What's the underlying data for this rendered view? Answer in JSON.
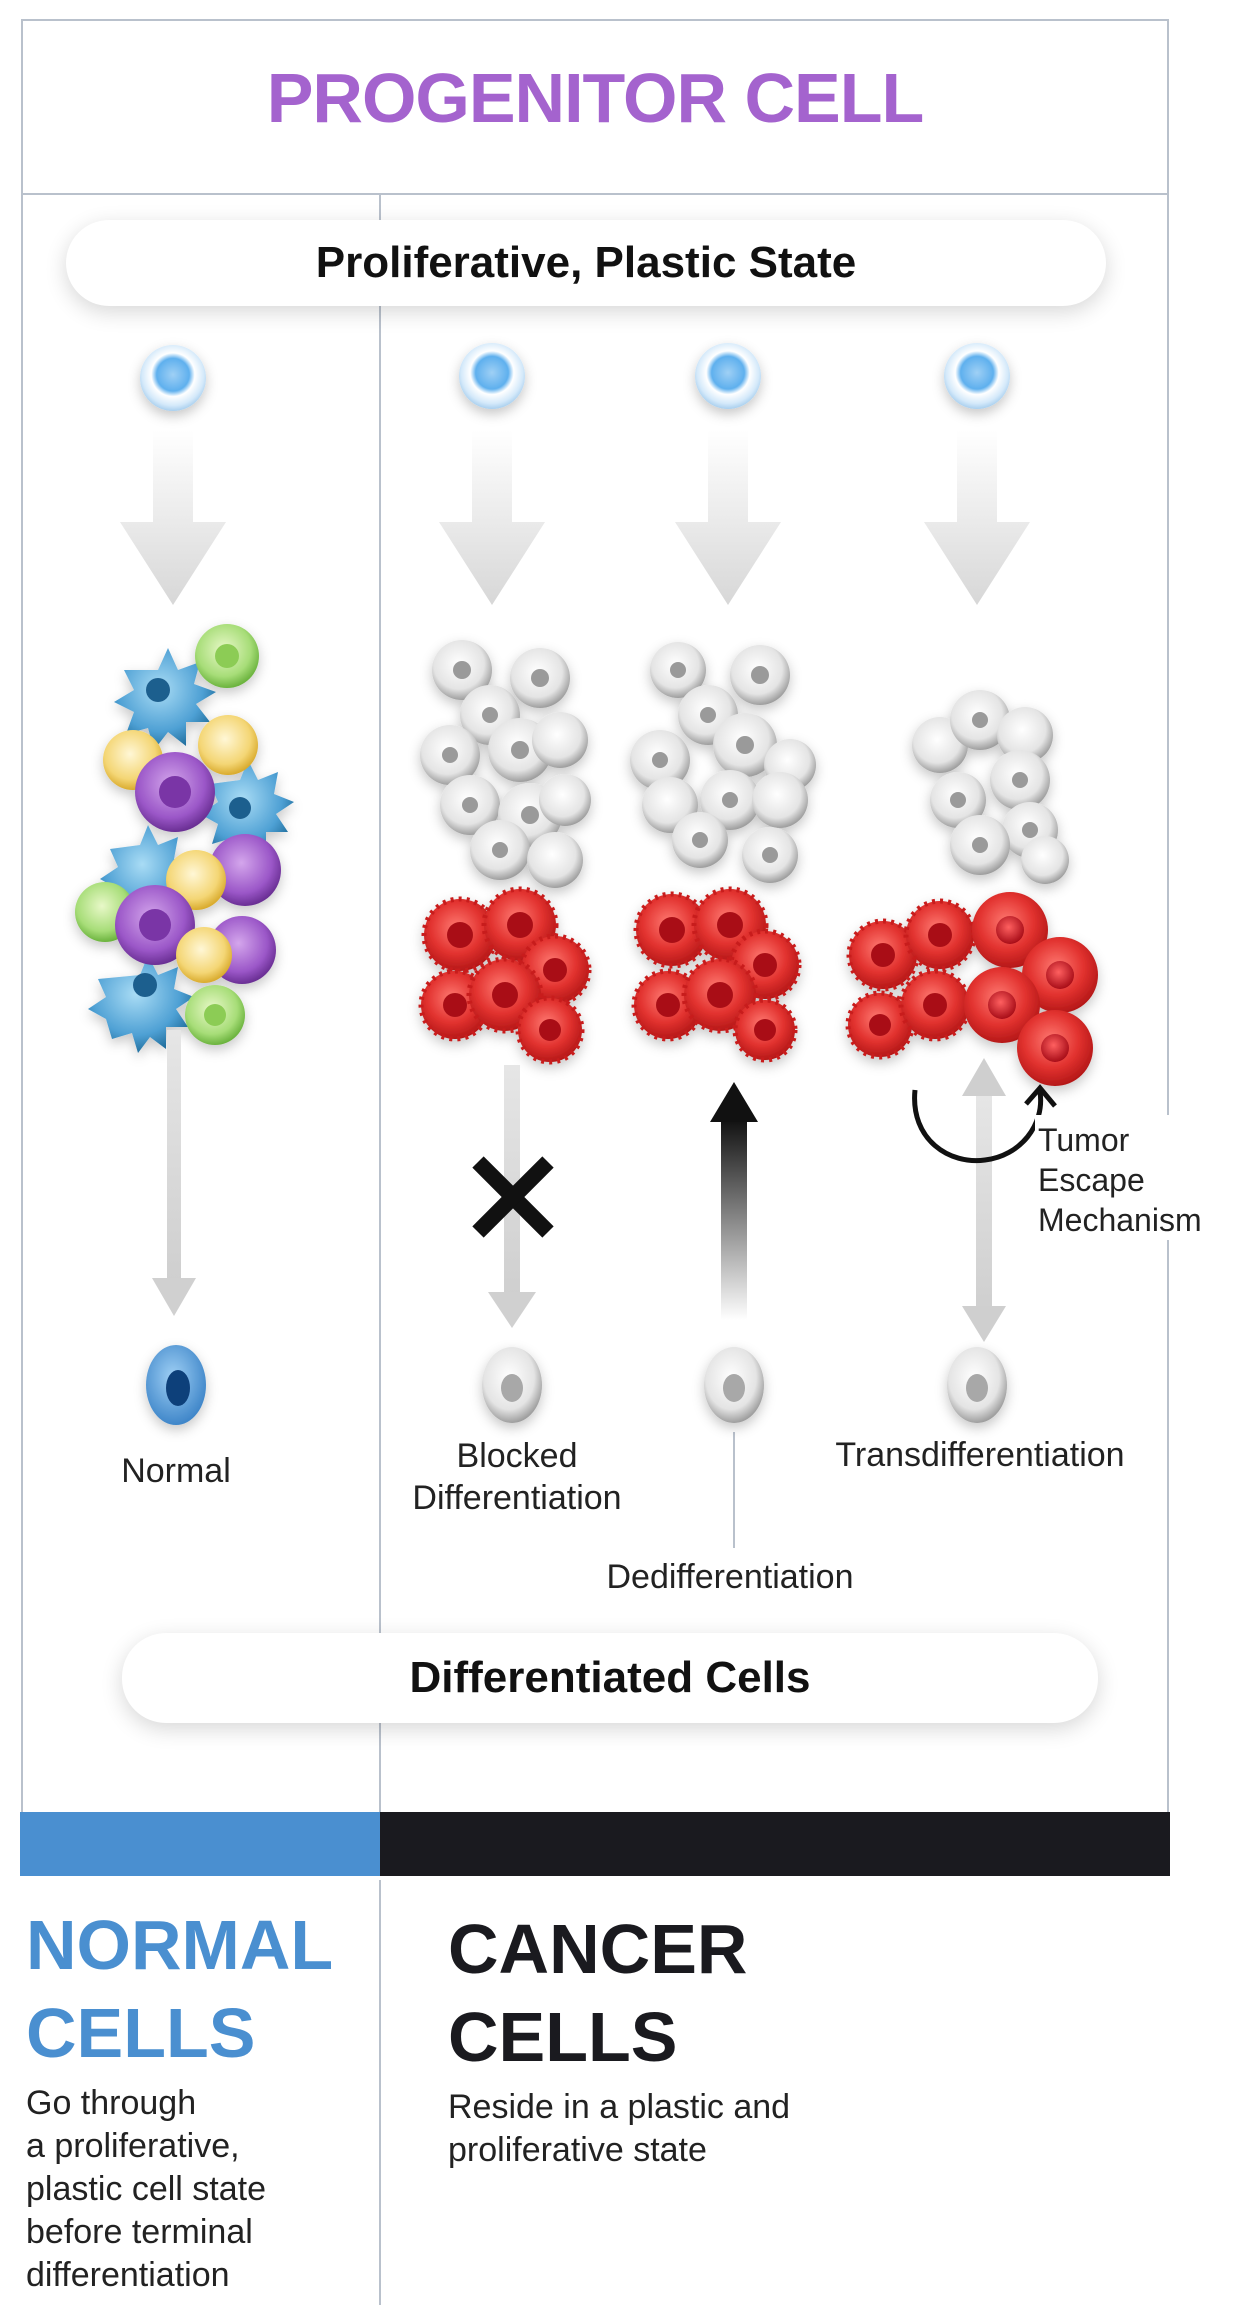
{
  "title": "PROGENITOR CELL",
  "top_banner": "Proliferative, Plastic State",
  "bottom_banner": "Differentiated Cells",
  "labels": {
    "normal": "Normal",
    "blocked_line1": "Blocked",
    "blocked_line2": "Differentiation",
    "dedifferentiation": "Dedifferentiation",
    "transdifferentiation": "Transdifferentiation",
    "tumor_line1": "Tumor",
    "tumor_line2": "Escape",
    "tumor_line3": "Mechanism"
  },
  "normal_panel": {
    "heading_line1": "NORMAL",
    "heading_line2": "CELLS",
    "desc_lines": [
      "Go through",
      "a proliferative,",
      "plastic cell state",
      "before terminal",
      "differentiation"
    ]
  },
  "cancer_panel": {
    "heading_line1": "CANCER",
    "heading_line2": "CELLS",
    "desc_lines": [
      "Reside in a plastic and",
      "proliferative state"
    ]
  },
  "colors": {
    "title": "#A463CE",
    "normal": "#4A8FD0",
    "cancer": "#1A1A1F",
    "cancer_cell": "#E0383A",
    "frame": "#B9C1CC"
  },
  "icons": [
    "progenitor-cell-icon",
    "down-arrow-icon",
    "up-arrow-icon",
    "blocked-x-icon",
    "loop-arrow-icon"
  ]
}
